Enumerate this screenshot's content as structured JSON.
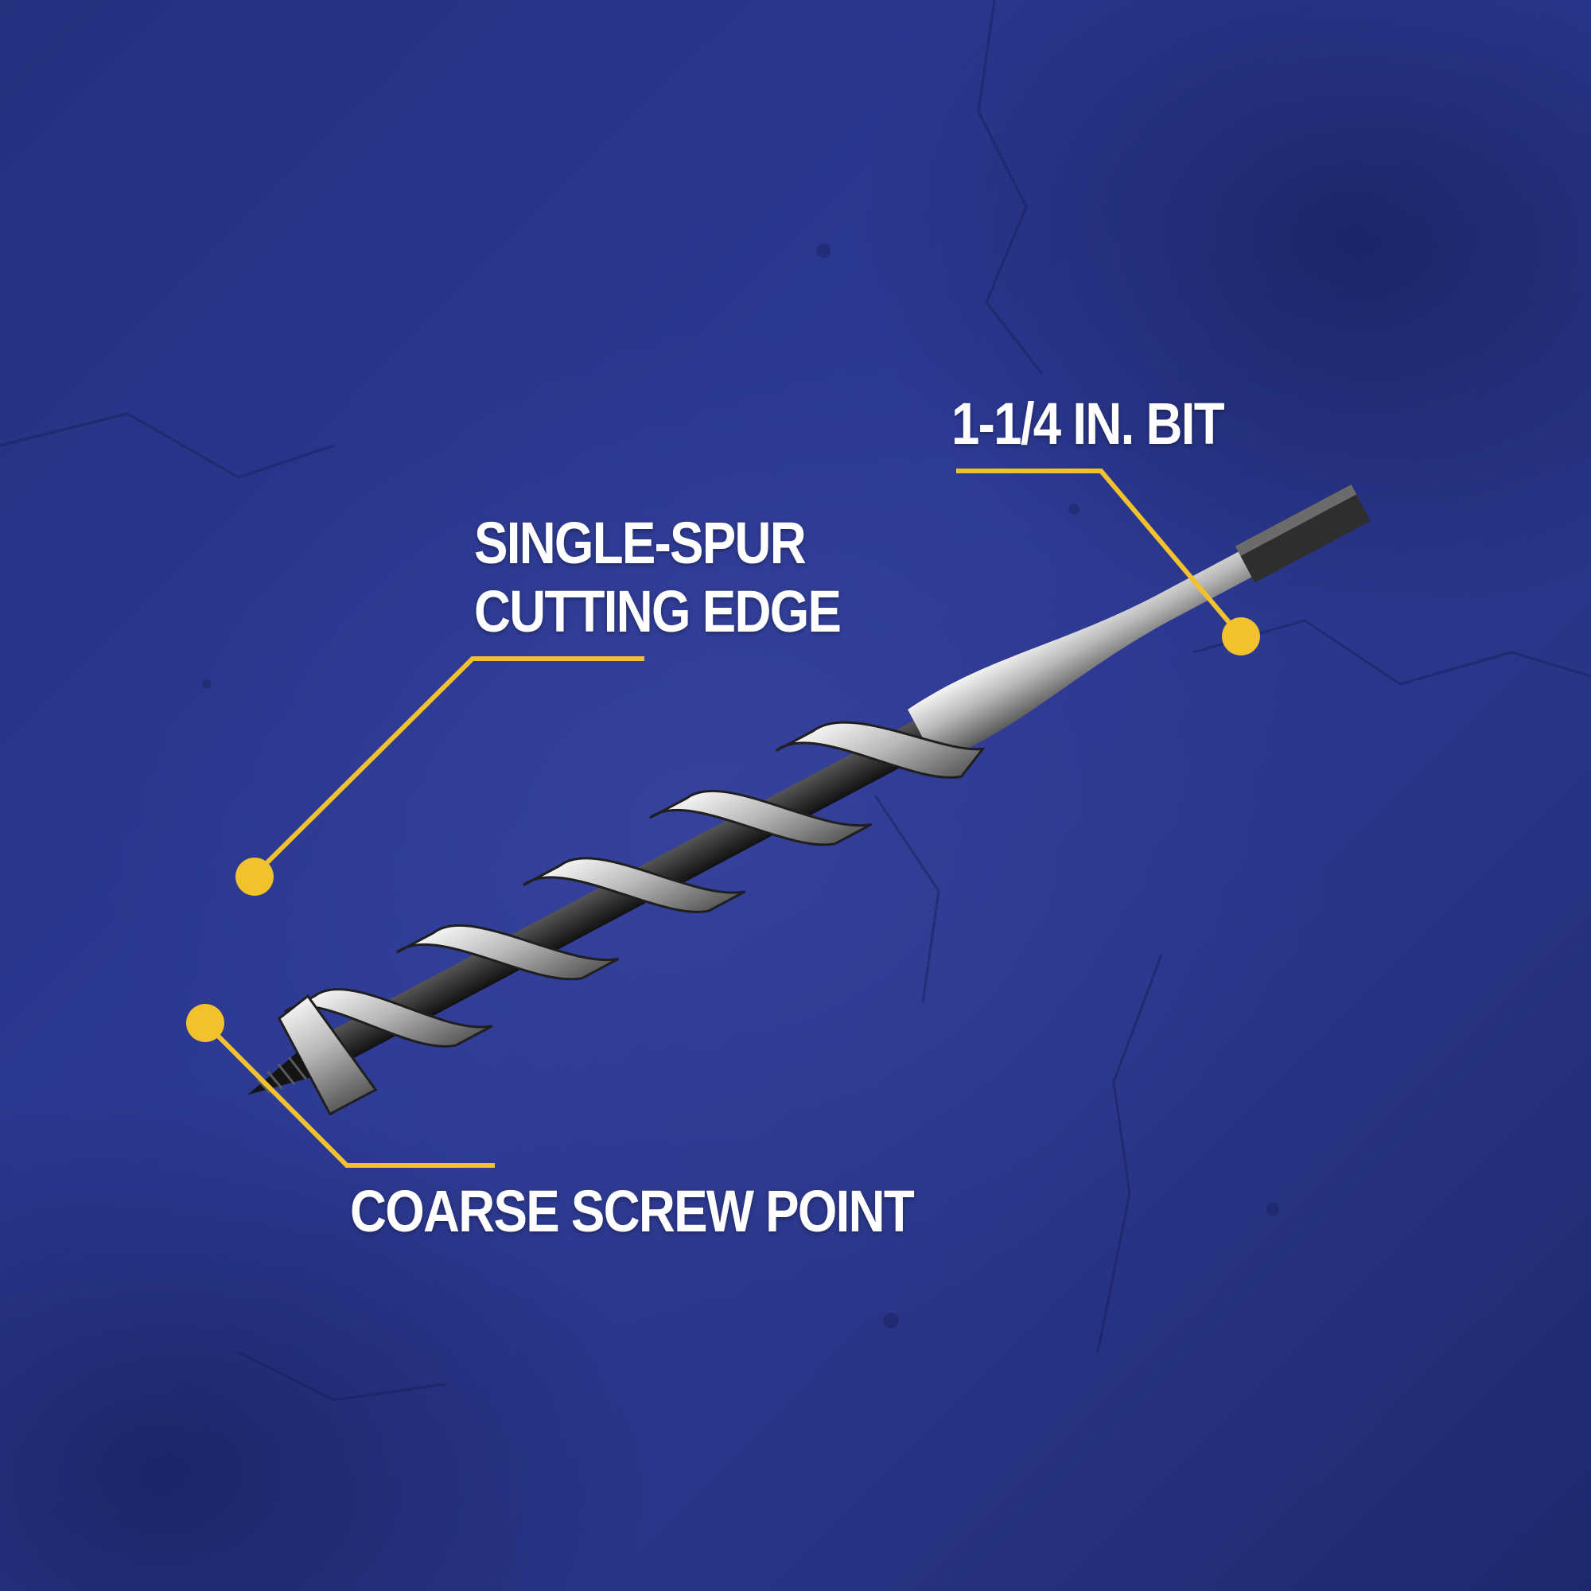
{
  "callouts": {
    "bit_size": "1-1/4 IN. BIT",
    "cutting_edge": [
      "SINGLE-SPUR",
      "CUTTING EDGE"
    ],
    "screw_point": "COARSE SCREW POINT"
  },
  "colors": {
    "background": "#2b3690",
    "callout_line": "#f2c12e",
    "label_text": "#ffffff",
    "steel_light": "#e6e6e6",
    "steel_dark": "#1b1b1b"
  }
}
